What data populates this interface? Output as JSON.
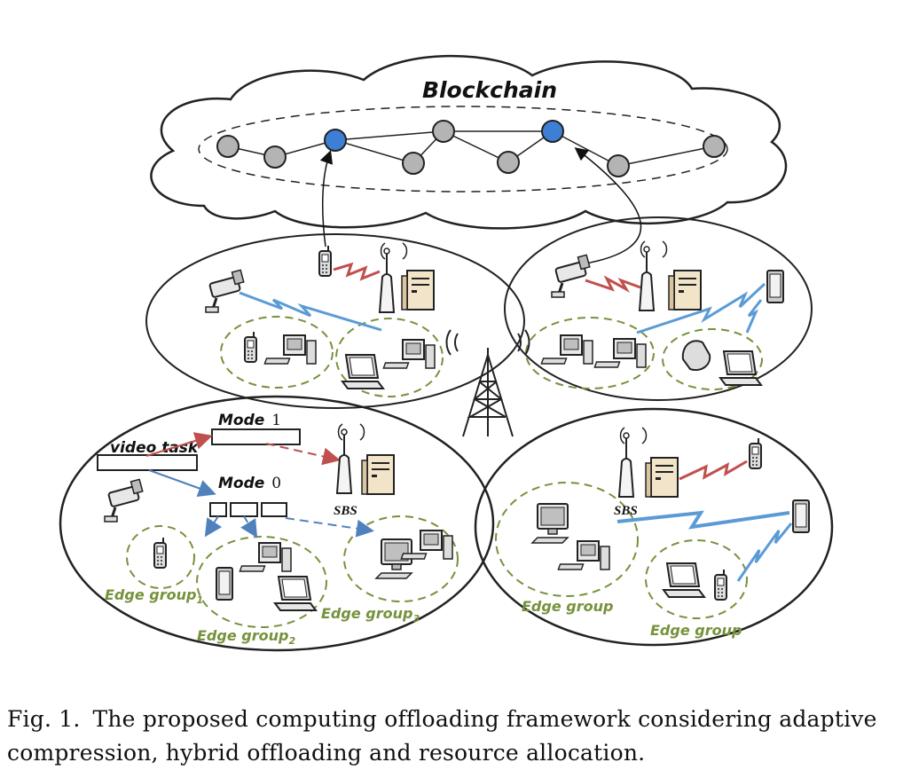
{
  "diagram": {
    "title": "Blockchain",
    "labels": {
      "video_task": "video task",
      "mode1_word": "Mode",
      "mode1_num": "1",
      "mode0_word": "Mode",
      "mode0_num": "0",
      "sbs_left": "SBS",
      "sbs_right": "SBS",
      "edge_group1": "Edge group",
      "edge_group1_sub": "1",
      "edge_group2": "Edge group",
      "edge_group2_sub": "2",
      "edge_group3": "Edge group",
      "edge_group3_sub": "3",
      "edge_group_right1": "Edge group",
      "edge_group_right2": "Edge group"
    },
    "colors": {
      "blockchain_node_blue": "#3e7fd6",
      "blockchain_node_gray": "#b4b4b4",
      "wireless_blue": "#5b9bd5",
      "wireless_red": "#c0504d",
      "edge_group_green": "#76923c",
      "mode1_arrow": "#c0504d",
      "mode0_arrow": "#4f81bd"
    }
  },
  "caption": {
    "label": "Fig. 1.",
    "text": "The proposed computing offloading framework considering adaptive compression, hybrid offloading and resource allocation."
  }
}
